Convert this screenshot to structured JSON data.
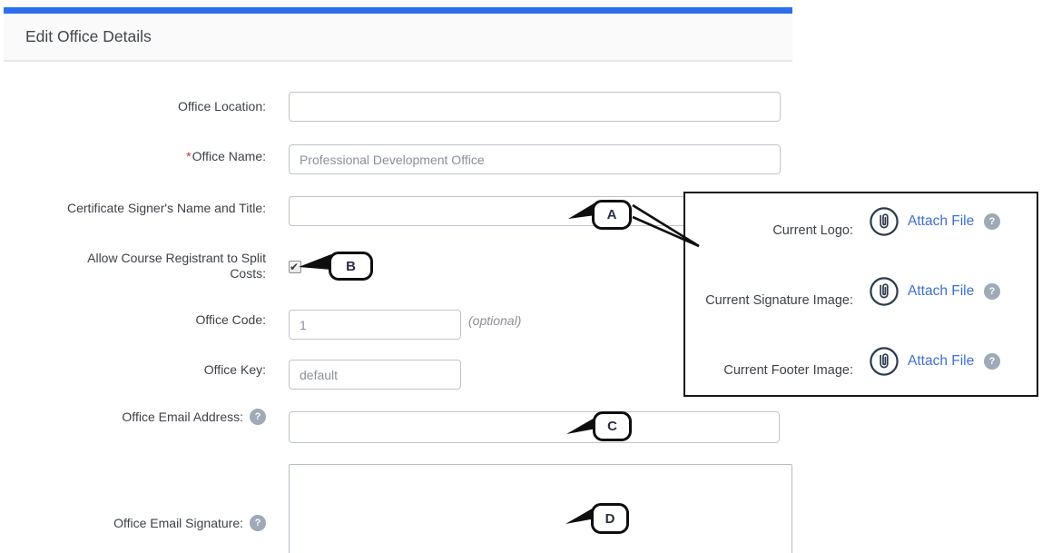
{
  "colors": {
    "topbar": "#2c6fed",
    "link": "#3e6fd0",
    "icon": "#2c3b4e",
    "help": "#9fa9b7",
    "required": "#c7302b"
  },
  "header": {
    "title": "Edit Office Details"
  },
  "form": {
    "office_location": {
      "label": "Office Location:",
      "value": ""
    },
    "office_name": {
      "required_mark": "*",
      "label": "Office Name:",
      "value": "Professional Development Office"
    },
    "certificate_signer": {
      "label": "Certificate Signer's Name and Title:",
      "value": ""
    },
    "split_costs": {
      "label": "Allow Course Registrant to Split Costs:",
      "checked": true,
      "check_icon": "✔"
    },
    "office_code": {
      "label": "Office Code:",
      "value": "1",
      "note": "(optional)"
    },
    "office_key": {
      "label": "Office Key:",
      "value": "default"
    },
    "office_email": {
      "label": "Office Email Address:",
      "value": ""
    },
    "office_signature": {
      "label": "Office Email Signature:",
      "value": ""
    }
  },
  "icons": {
    "help_glyph": "?"
  },
  "attachments": {
    "rows": [
      {
        "label": "Current Logo:",
        "action": "Attach File"
      },
      {
        "label": "Current Signature Image:",
        "action": "Attach File"
      },
      {
        "label": "Current Footer Image:",
        "action": "Attach File"
      }
    ]
  },
  "callouts": {
    "a": "A",
    "b": "B",
    "c": "C",
    "d": "D"
  }
}
